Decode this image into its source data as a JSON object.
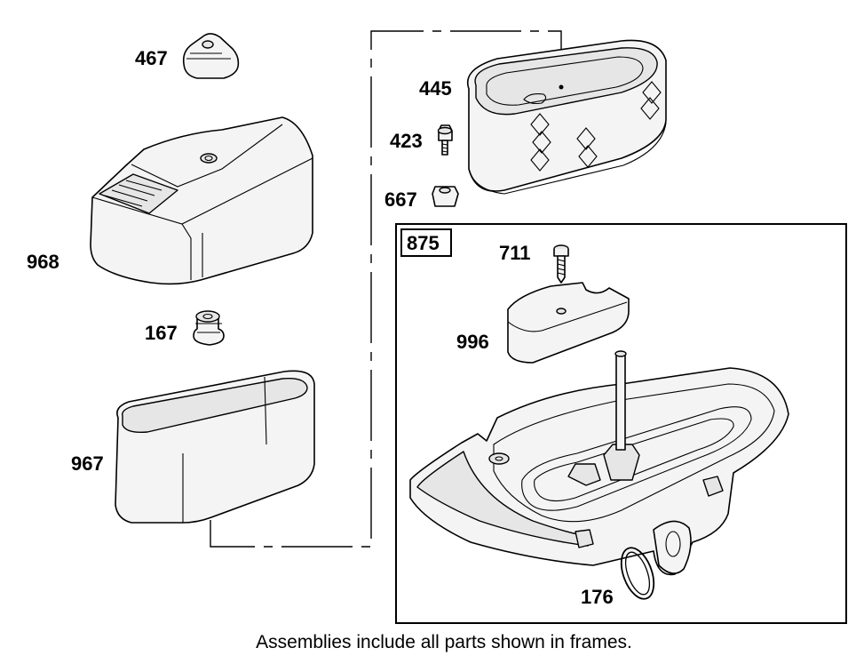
{
  "parts": [
    {
      "id": "p467",
      "number": "467"
    },
    {
      "id": "p968",
      "number": "968"
    },
    {
      "id": "p167",
      "number": "167"
    },
    {
      "id": "p967",
      "number": "967"
    },
    {
      "id": "p445",
      "number": "445"
    },
    {
      "id": "p423",
      "number": "423"
    },
    {
      "id": "p667",
      "number": "667"
    },
    {
      "id": "p711",
      "number": "711"
    },
    {
      "id": "p996",
      "number": "996"
    },
    {
      "id": "p176",
      "number": "176"
    }
  ],
  "assembly": {
    "number": "875"
  },
  "caption": "Assemblies include all parts shown in frames."
}
